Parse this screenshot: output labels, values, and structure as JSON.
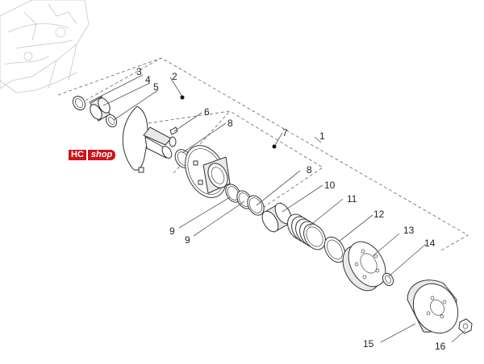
{
  "watermark": {
    "part1": "HC",
    "part2": "shop"
  },
  "callouts": [
    "1",
    "2",
    "3",
    "4",
    "5",
    "6",
    "7",
    "8",
    "8",
    "9",
    "9",
    "10",
    "11",
    "12",
    "13",
    "14",
    "15",
    "16"
  ]
}
